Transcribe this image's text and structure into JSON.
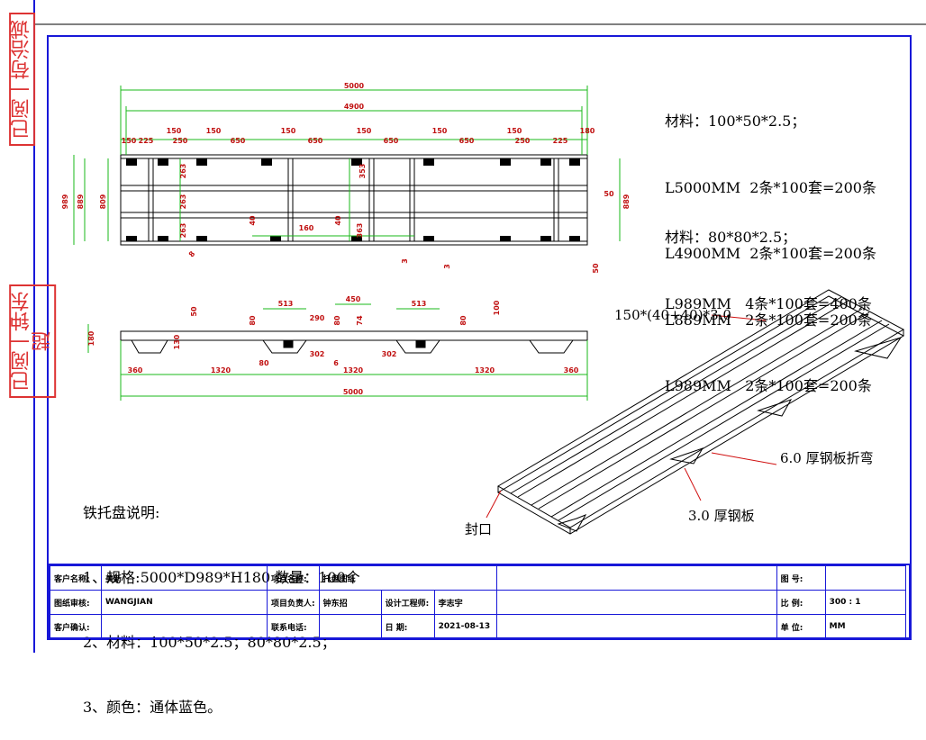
{
  "stamps": [
    {
      "text": "已阅一苟治诚"
    },
    {
      "text": "已阅一钟东超"
    }
  ],
  "materials": {
    "group1_title": "材料：100*50*2.5；",
    "group1": [
      "L5000MM  2条*100套=200条",
      "L4900MM  2条*100套=200条",
      "L889MM   2条*100套=200条",
      "L989MM   2条*100套=200条"
    ],
    "group2_title": "材料：80*80*2.5；",
    "group2": [
      "L989MM   4条*100套=400条"
    ]
  },
  "notes": {
    "title": "铁托盘说明:",
    "lines": [
      "1、规格:5000*D989*H180 数量：100个",
      "2、材料：100*50*2.5；80*80*2.5；",
      "3、颜色：通体蓝色。"
    ]
  },
  "callouts": {
    "profile": "150*(40+40)*3.0",
    "bent": "6.0 厚钢板折弯",
    "plate": "3.0 厚钢板",
    "seal": "封口"
  },
  "top_view": {
    "overall": "5000",
    "inner": "4900",
    "spacing": [
      "150",
      "225",
      "250",
      "150",
      "650",
      "150",
      "650",
      "150",
      "650",
      "150",
      "650",
      "150",
      "250",
      "150",
      "225",
      "180"
    ],
    "left_dims": [
      "989",
      "889",
      "809"
    ],
    "mid_dims": [
      "263",
      "263",
      "263",
      "353",
      "363"
    ],
    "right_dims": [
      "889",
      "50",
      "50"
    ],
    "misc": [
      "40",
      "160",
      "40",
      "3",
      "3",
      "8"
    ]
  },
  "side_view": {
    "top_dims": [
      "513",
      "450",
      "513",
      "290"
    ],
    "heights": [
      "50",
      "80",
      "80",
      "74",
      "80",
      "100",
      "180",
      "130"
    ],
    "small": [
      "80",
      "302",
      "302",
      "6"
    ],
    "spacing": [
      "360",
      "1320",
      "1320",
      "1320",
      "360"
    ],
    "overall": "5000"
  },
  "title_block": {
    "client_name_label": "客户名称:",
    "client_name": "美新",
    "project_label": "项目名称:",
    "project": "托盘图纸",
    "drawing_no_label": "图  号:",
    "drawing_no": "",
    "review_label": "图纸审核:",
    "review": "WANGJIAN",
    "manager_label": "项目负责人:",
    "manager": "钟东招",
    "engineer_label": "设计工程师:",
    "engineer": "李志宇",
    "scale_label": "比  例:",
    "scale": "300 : 1",
    "confirm_label": "客户确认:",
    "confirm": "",
    "phone_label": "联系电话:",
    "phone": "",
    "date_label": "日  期:",
    "date": "2021-08-13",
    "unit_label": "单  位:",
    "unit": "MM"
  },
  "colors": {
    "frame": "#1818d8",
    "dim": "#18b818",
    "dimText": "#c01010",
    "stamp": "#d33"
  }
}
